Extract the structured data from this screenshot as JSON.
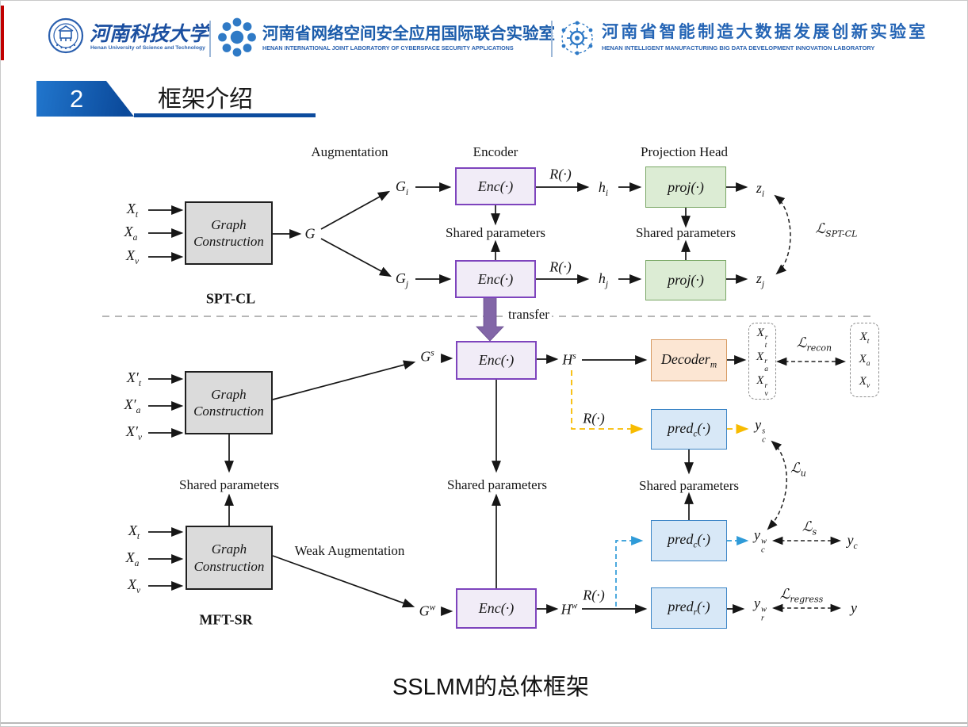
{
  "slide": {
    "section_number": "2",
    "section_title": "框架介绍",
    "caption": "SSLMM的总体框架"
  },
  "header": {
    "university": {
      "name_cn": "河南科技大学",
      "name_en": "Henan University of Science and Technology"
    },
    "lab_cyberspace": {
      "name_cn": "河南省网络空间安全应用国际联合实验室",
      "name_en": "HENAN INTERNATIONAL JOINT LABORATORY OF CYBERSPACE SECURITY APPLICATIONS"
    },
    "lab_bigdata": {
      "name_cn": "河南省智能制造大数据发展创新实验室",
      "name_en": "HENAN INTELLIGENT MANUFACTURING BIG DATA DEVELOPMENT INNOVATION LABORATORY"
    }
  },
  "diagram": {
    "section_labels": {
      "spt_cl": "SPT-CL",
      "mft_sr": "MFT-SR"
    },
    "stage_labels": {
      "augmentation": "Augmentation",
      "encoder": "Encoder",
      "projection_head": "Projection Head",
      "weak_augmentation": "Weak Augmentation",
      "transfer": "transfer",
      "shared_parameters": "Shared parameters"
    },
    "boxes": {
      "graph_construction": {
        "line1": "Graph",
        "line2": "Construction"
      },
      "encoder": "Enc(·)",
      "projection": "proj(·)",
      "decoder": {
        "base": "Decoder",
        "sub": "m"
      },
      "pred_c": {
        "base": "pred",
        "sub": "c",
        "tail": "(·)"
      },
      "pred_r": {
        "base": "pred",
        "sub": "r",
        "tail": "(·)"
      }
    },
    "math": {
      "x_t": {
        "base": "X",
        "sub": "t"
      },
      "x_a": {
        "base": "X",
        "sub": "a"
      },
      "x_v": {
        "base": "X",
        "sub": "v"
      },
      "xp_t": {
        "base": "X′",
        "sub": "t"
      },
      "xp_a": {
        "base": "X′",
        "sub": "a"
      },
      "xp_v": {
        "base": "X′",
        "sub": "v"
      },
      "g": {
        "base": "G"
      },
      "g_i": {
        "base": "G",
        "sub": "i"
      },
      "g_j": {
        "base": "G",
        "sub": "j"
      },
      "g_s": {
        "base": "G",
        "sup": "s"
      },
      "g_w": {
        "base": "G",
        "sup": "w"
      },
      "h_i": {
        "base": "h",
        "sub": "i"
      },
      "h_j": {
        "base": "h",
        "sub": "j"
      },
      "z_i": {
        "base": "z",
        "sub": "i"
      },
      "z_j": {
        "base": "z",
        "sub": "j"
      },
      "h_s": {
        "base": "H",
        "sup": "s"
      },
      "h_w": {
        "base": "H",
        "sup": "w"
      },
      "r_fn": {
        "base": "R(·)"
      },
      "xr_t": {
        "base": "X",
        "sup": "r",
        "sub": "t"
      },
      "xr_a": {
        "base": "X",
        "sup": "r",
        "sub": "a"
      },
      "xr_v": {
        "base": "X",
        "sup": "r",
        "sub": "v"
      },
      "y_c_s": {
        "base": "y",
        "sup": "s",
        "sub": "c"
      },
      "y_c_w": {
        "base": "y",
        "sup": "w",
        "sub": "c"
      },
      "y_r_w": {
        "base": "y",
        "sup": "w",
        "sub": "r"
      },
      "y_c": {
        "base": "y",
        "sub": "c"
      },
      "y": {
        "base": "y"
      }
    },
    "losses": {
      "spt_cl": {
        "base": "ℒ",
        "sub": "SPT-CL"
      },
      "recon": {
        "base": "ℒ",
        "sub": "recon"
      },
      "u": {
        "base": "ℒ",
        "sub": "u"
      },
      "s": {
        "base": "ℒ",
        "sub": "s"
      },
      "regress": {
        "base": "ℒ",
        "sub": "regress"
      }
    },
    "colors": {
      "encoder_fill": "#f1ecf7",
      "encoder_border": "#7e44bd",
      "projection_fill": "#dcecd4",
      "projection_border": "#79a765",
      "graph_fill": "#dbdbdb",
      "graph_border": "#1f1f1f",
      "decoder_fill": "#fce6d3",
      "decoder_border": "#d79a62",
      "pred_fill": "#d8e8f7",
      "pred_border": "#3c85c6",
      "transfer_arrow": "#8266a7",
      "yellow_dash": "#f7bb00",
      "blue_dash": "#2f9bd8",
      "banner_blue": "#0d4c9e",
      "red_accent": "#c10000"
    }
  }
}
